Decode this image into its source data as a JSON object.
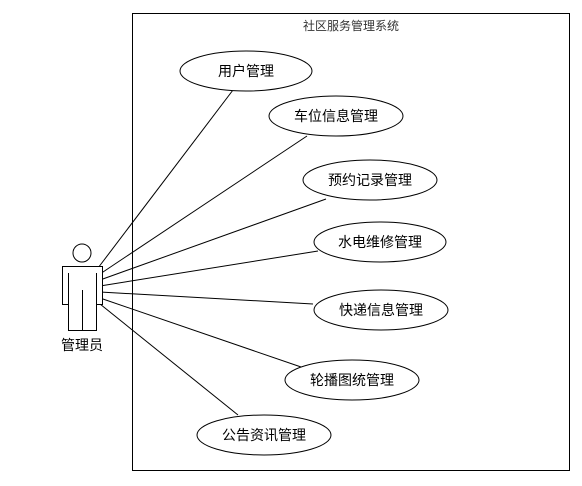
{
  "system": {
    "title": "社区服务管理系统"
  },
  "actor": {
    "label": "管理员"
  },
  "use_cases": [
    {
      "label": "用户管理"
    },
    {
      "label": "车位信息管理"
    },
    {
      "label": "预约记录管理"
    },
    {
      "label": "水电维修管理"
    },
    {
      "label": "快递信息管理"
    },
    {
      "label": "轮播图统管理"
    },
    {
      "label": "公告资讯管理"
    }
  ]
}
